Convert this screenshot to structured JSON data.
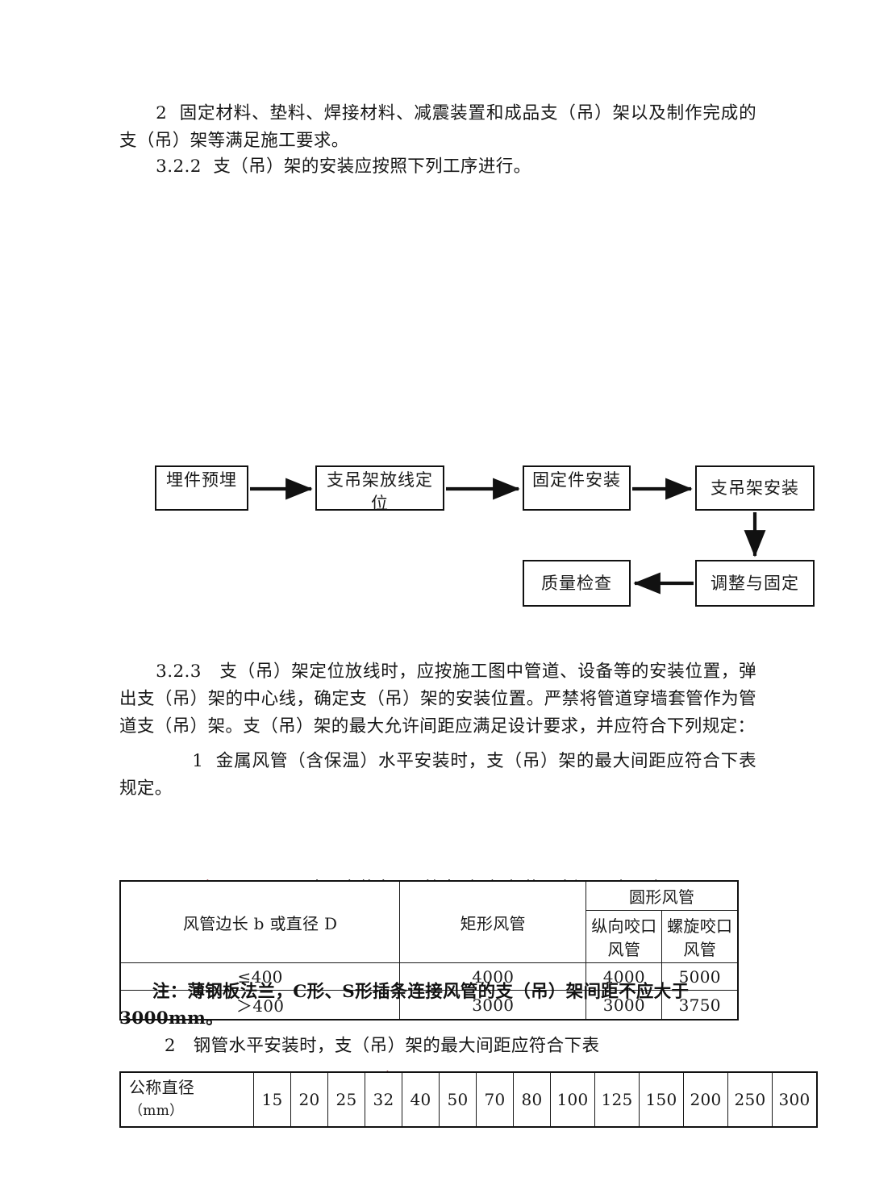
{
  "document": {
    "paragraphs": [
      {
        "id": "clause_3_2_1_item2",
        "text": "2  固定材料、垫料、焊接材料、减震装置和成品支（吊）架以及制作完成的支（吊）架等满足施工要求。"
      },
      {
        "id": "clause_3_2_2",
        "text": "3.2.2  支（吊）架的安装应按照下列工序进行。"
      },
      {
        "id": "clause_3_2_3",
        "text": "3.2.3   支（吊）架定位放线时，应按施工图中管道、设备等的安装位置，弹出支（吊）架的中心线，确定支（吊）架的安装位置。严禁将管道穿墙套管作为管道支（吊）架。支（吊）架的最大允许间距应满足设计要求，并应符合下列规定："
      },
      {
        "id": "clause_3_2_3_item1",
        "text": "1  金属风管（含保温）水平安装时，支（吊）架的最大间距应符合下表规定。"
      },
      {
        "id": "clause_3_2_3_item2",
        "text": "2   钢管水平安装时，支（吊）架的最大间距应符合下表"
      }
    ],
    "note_table1": "注：薄钢板法兰，C形、S形插条连接风管的支（吊）架间距不应大于3000mm。"
  },
  "flowchart": {
    "nodes": [
      {
        "id": "n1",
        "label": "埋件预埋"
      },
      {
        "id": "n2",
        "label": "支吊架放线定位"
      },
      {
        "id": "n3",
        "label": "固定件安装"
      },
      {
        "id": "n4",
        "label": "支吊架安装"
      },
      {
        "id": "n5",
        "label": "调整与固定"
      },
      {
        "id": "n6",
        "label": "质量检查"
      }
    ]
  },
  "table1": {
    "caption_number": "表 3.2.3-1",
    "caption_title": "水平安装金属风管支（吊）架的最大间距（mm）",
    "headers": {
      "col1": "风管边长 b 或直径 D",
      "col2": "矩形风管",
      "group": "圆形风管",
      "sub1": "纵向咬口风管",
      "sub2": "螺旋咬口风管"
    },
    "rows": [
      {
        "size": "≤400",
        "rect": "4000",
        "longitudinal": "4000",
        "spiral": "5000"
      },
      {
        "size": "＞400",
        "rect": "3000",
        "longitudinal": "3000",
        "spiral": "3750"
      }
    ]
  },
  "table2": {
    "caption_number": "表 3.2.3-2",
    "row_label_line1": "公称直径",
    "row_label_line2": "（mm）",
    "values": [
      "15",
      "20",
      "25",
      "32",
      "40",
      "50",
      "70",
      "80",
      "100",
      "125",
      "150",
      "200",
      "250",
      "300"
    ]
  },
  "colors": {
    "table_caption_number": "#a24d56",
    "text": "#171717",
    "rule": "#1a1a1a"
  }
}
